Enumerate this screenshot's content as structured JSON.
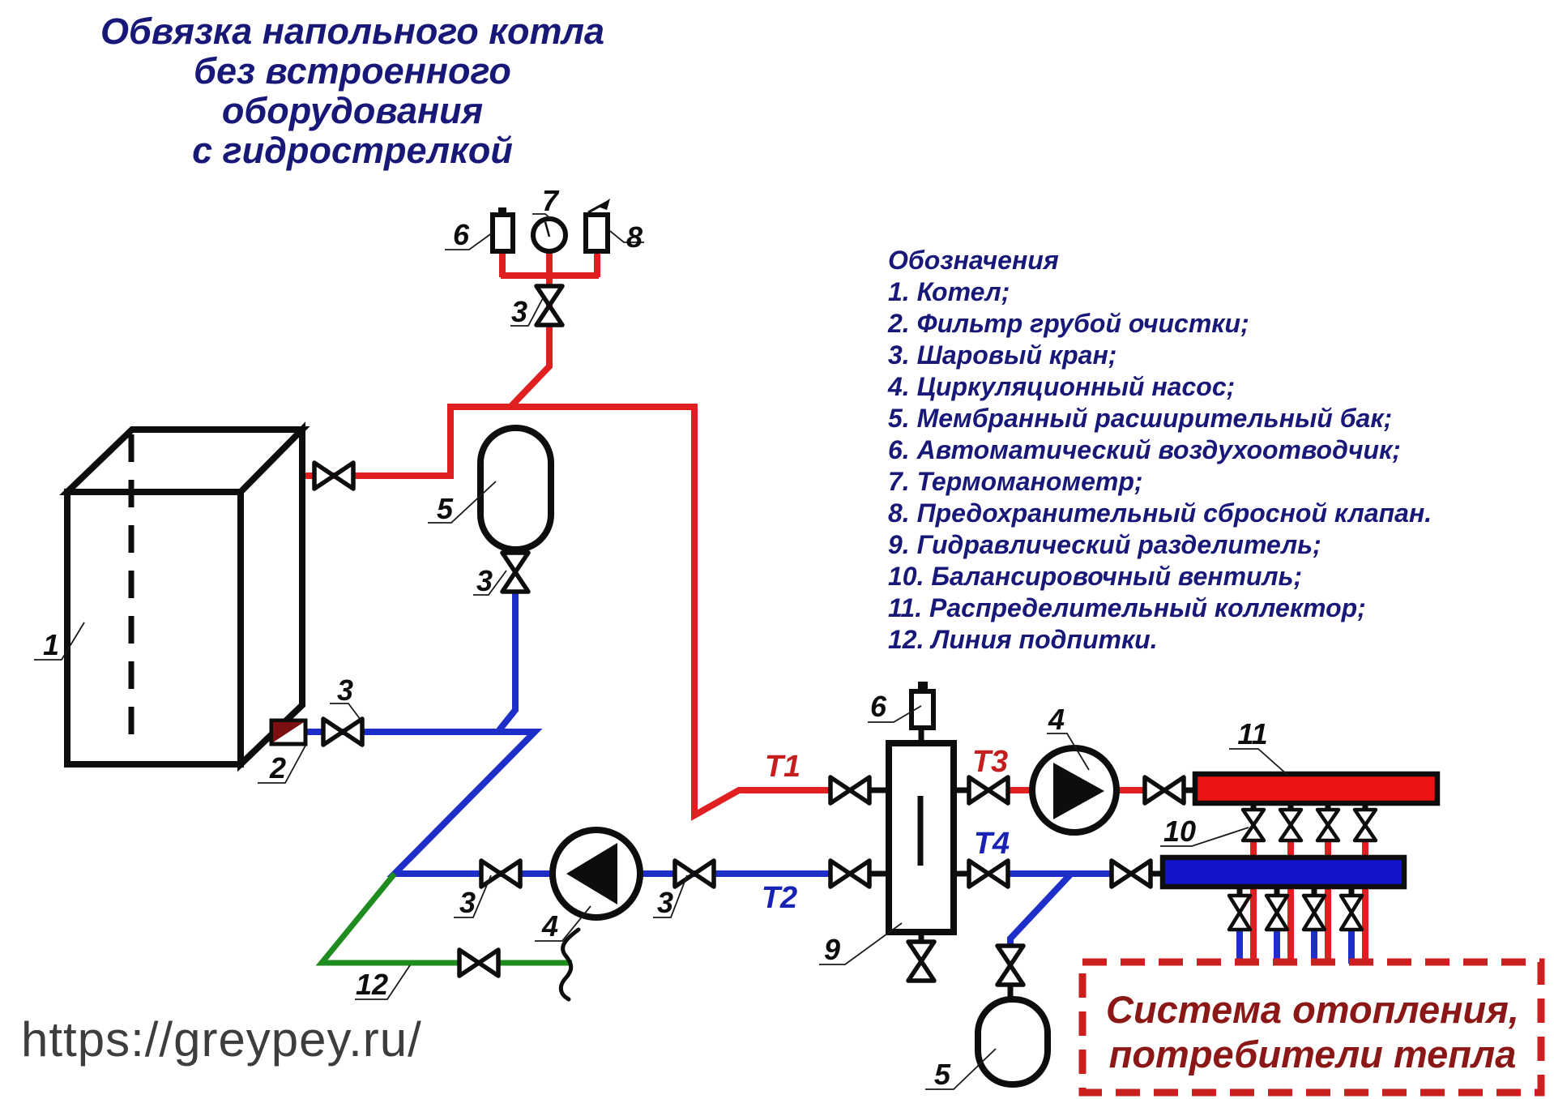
{
  "title": {
    "lines": [
      "Обвязка напольного котла",
      "без встроенного оборудования",
      "с гидрострелкой"
    ]
  },
  "legend": {
    "heading": "Обозначения",
    "items": [
      "1. Котел;",
      "2. Фильтр грубой очистки;",
      "3. Шаровый кран;",
      "4. Циркуляционный насос;",
      "5. Мембранный расширительный бак;",
      "6. Автоматический воздухоотводчик;",
      "7. Термоманометр;",
      "8. Предохранительный сбросной клапан.",
      "9. Гидравлический разделитель;",
      "10. Балансировочный вентиль;",
      "11. Распределительный коллектор;",
      "12. Линия подпитки."
    ]
  },
  "diagram": {
    "numbers": {
      "boiler": "1",
      "filter": "2",
      "valve": "3",
      "pump": "4",
      "tank": "5",
      "air_vent": "6",
      "thermomanometer": "7",
      "safety_valve": "8",
      "separator": "9",
      "balancing_valve": "10",
      "collector": "11",
      "makeup": "12"
    },
    "line_labels": {
      "t1": "Т1",
      "t2": "Т2",
      "t3": "Т3",
      "t4": "Т4"
    }
  },
  "heating_system_box": {
    "lines": [
      "Система отопления,",
      "потребители тепла"
    ]
  },
  "watermark": "https://greypey.ru/",
  "colors": {
    "supply_pipe": "#e02020",
    "return_pipe": "#1e2ec8",
    "makeup_pipe": "#1f8c1f",
    "supply_label": "#c41e1e",
    "return_label": "#1822b4",
    "collector_supply": "#ee1313",
    "collector_return": "#1414cc",
    "filter_fill": "#7c1010",
    "heading_text": "#181878",
    "box_border": "#cc2020",
    "box_text": "#8b1717",
    "watermark_text": "#3d3d3d"
  }
}
